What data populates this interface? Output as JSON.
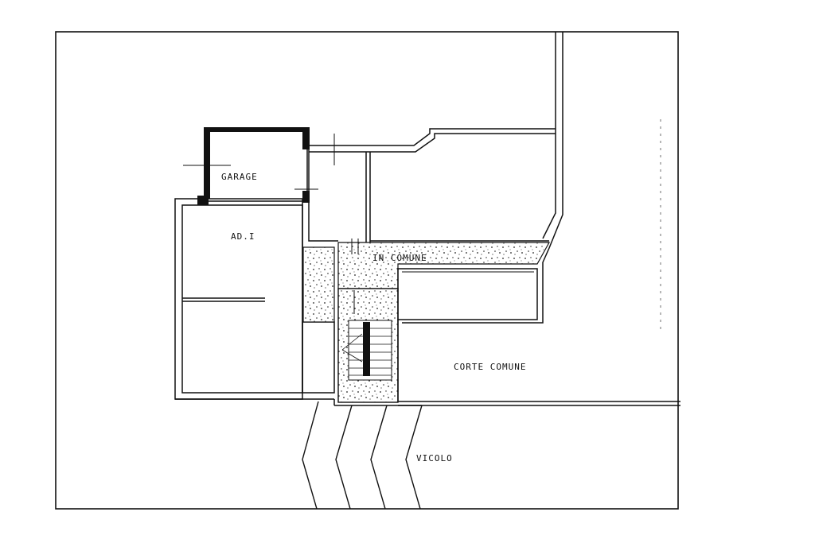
{
  "labels": {
    "garage": "GARAGE",
    "main_room": "AD.I",
    "shared_passage": "IN COMUNE",
    "shared_court": "CORTE COMUNE",
    "lane": "VICOLO"
  },
  "colors": {
    "ink": "#111111",
    "paper": "#ffffff",
    "speckle": "#222222"
  }
}
